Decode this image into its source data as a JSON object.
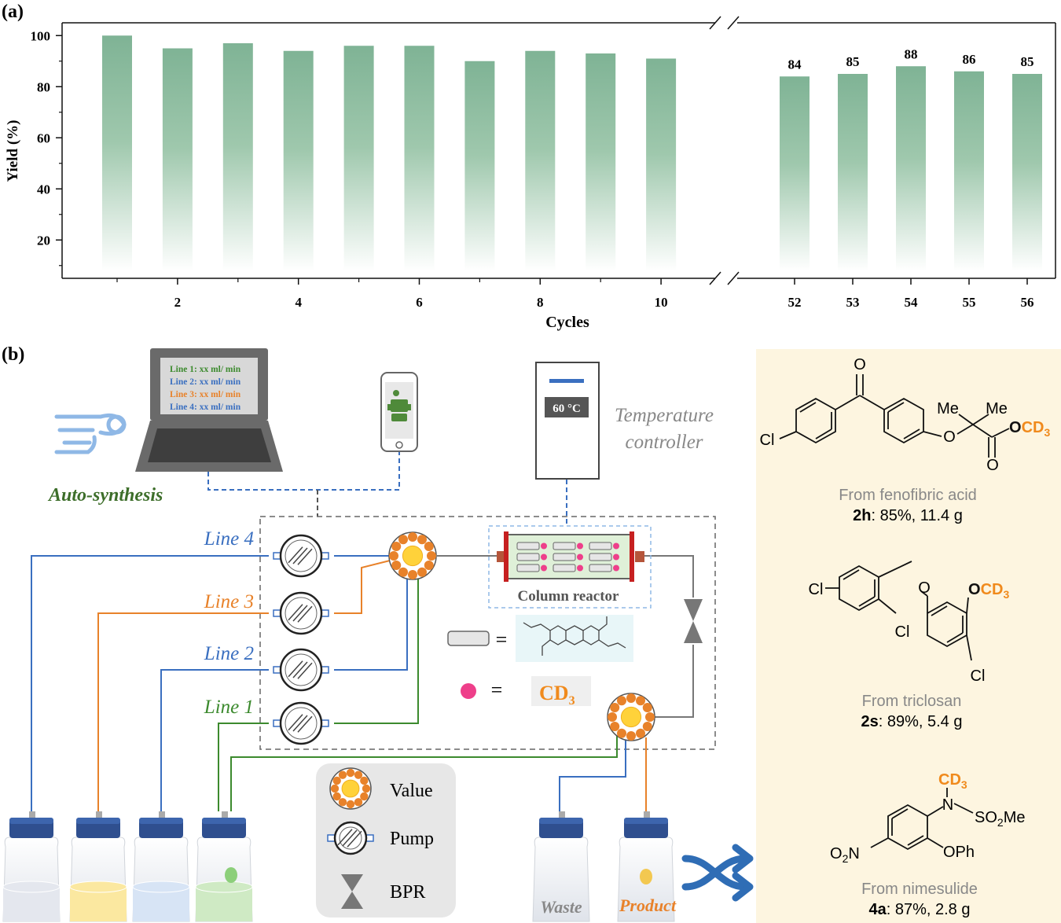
{
  "panel_a_label": "(a)",
  "panel_b_label": "(b)",
  "chart_data": {
    "type": "bar",
    "xlabel": "Cycles",
    "ylabel": "Yield (%)",
    "ylim": [
      5,
      105
    ],
    "y_ticks": [
      "20",
      "40",
      "60",
      "80",
      "100"
    ],
    "segments": [
      {
        "categories": [
          1,
          2,
          3,
          4,
          5,
          6,
          7,
          8,
          9,
          10
        ],
        "tick_labels": [
          "2",
          "4",
          "6",
          "8",
          "10"
        ],
        "values": [
          100,
          95,
          97,
          94,
          96,
          96,
          90,
          94,
          93,
          91
        ]
      },
      {
        "categories": [
          52,
          53,
          54,
          55,
          56
        ],
        "tick_labels": [
          "52",
          "53",
          "54",
          "55",
          "56"
        ],
        "values": [
          84,
          85,
          88,
          86,
          85
        ],
        "data_labels": [
          "84",
          "85",
          "88",
          "86",
          "85"
        ]
      }
    ],
    "bar_color": "#7fb395",
    "axis_break": true
  },
  "setup": {
    "laptop_lines": [
      {
        "text": "Line 1: xx ml/ min",
        "color": "#3c8a2e"
      },
      {
        "text": "Line 2: xx ml/ min",
        "color": "#3a6fc0"
      },
      {
        "text": "Line 3: xx ml/ min",
        "color": "#e8822a"
      },
      {
        "text": "Line 4: xx ml/ min",
        "color": "#3a6fc0"
      }
    ],
    "auto_synthesis": "Auto-synthesis",
    "temperature_display": "60 °C",
    "temperature_label_1": "Temperature",
    "temperature_label_2": "controller",
    "column_reactor": "Column reactor",
    "equals": "=",
    "cd3_box": "CD",
    "cd3_sub": "3",
    "line_labels": [
      {
        "text": "Line 4",
        "color": "#3a6fc0"
      },
      {
        "text": "Line 3",
        "color": "#e8822a"
      },
      {
        "text": "Line 2",
        "color": "#3a6fc0"
      },
      {
        "text": "Line 1",
        "color": "#3c8a2e"
      }
    ],
    "legend": {
      "valve": "Value",
      "pump": "Pump",
      "bpr": "BPR"
    },
    "waste": "Waste",
    "product": "Product"
  },
  "products": [
    {
      "source": "From fenofibric acid",
      "id": "2h",
      "result": ": 85%, 11.4 g"
    },
    {
      "source": "From triclosan",
      "id": "2s",
      "result": ": 89%, 5.4 g"
    },
    {
      "source": "From nimesulide",
      "id": "4a",
      "result": ": 87%, 2.8 g"
    }
  ],
  "molecules": {
    "m1": {
      "o_top": "O",
      "cl": "Cl",
      "me1": "Me",
      "me2": "Me",
      "o_ether": "O",
      "o_ester": "O",
      "o_carbonyl": "O",
      "cd": "CD",
      "sub": "3"
    },
    "m2": {
      "cl1": "Cl",
      "o_bridge": "O",
      "cl2": "Cl",
      "o_ocd": "O",
      "cd": "CD",
      "sub": "3",
      "cl3": "Cl"
    },
    "m3": {
      "cd": "CD",
      "sub": "3",
      "n": "N",
      "so2": "SO",
      "so2_sub": "2",
      "me": "Me",
      "o2n_o": "O",
      "o2n_sub": "2",
      "o2n_n": "N",
      "oph": "OPh"
    }
  },
  "colors": {
    "blue": "#3a6fc0",
    "orange": "#e8822a",
    "green": "#3c8a2e",
    "panel_bg": "#fdf5e0",
    "cd3_orange": "#f08a1c"
  }
}
